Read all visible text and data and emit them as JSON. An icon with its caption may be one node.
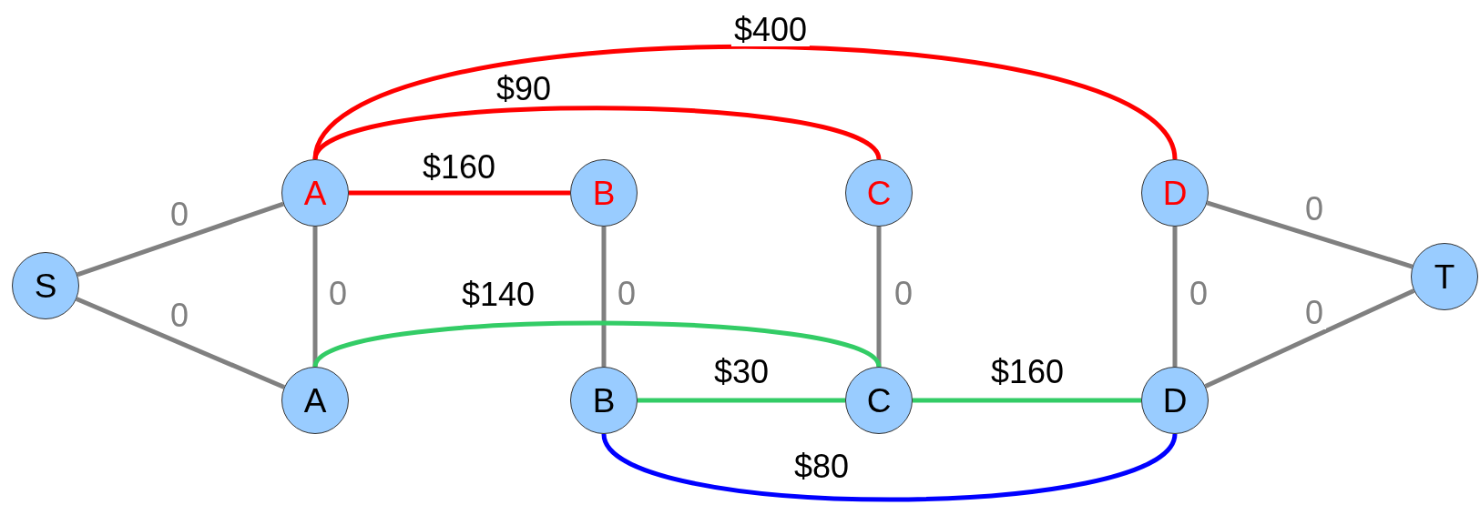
{
  "diagram": {
    "nodes": [
      {
        "text": [
          "S"
        ]
      },
      {
        "text": [
          "A"
        ]
      },
      {
        "text": [
          "B"
        ]
      },
      {
        "text": [
          "C"
        ]
      },
      {
        "text": [
          "D"
        ]
      },
      {
        "text": [
          "T"
        ]
      },
      {
        "text": [
          "A"
        ]
      },
      {
        "text": [
          "B"
        ]
      },
      {
        "text": [
          "C"
        ]
      },
      {
        "text": [
          "D"
        ]
      }
    ],
    "edges": [
      {
        "from": 0,
        "to": 1,
        "arrow": "none",
        "label": "0"
      },
      {
        "from": 0,
        "to": 6,
        "arrow": "none",
        "label": "0"
      },
      {
        "from": 1,
        "to": 6,
        "arrow": "none",
        "label": "0"
      },
      {
        "from": 2,
        "to": 7,
        "arrow": "none",
        "label": "0"
      },
      {
        "from": 3,
        "to": 8,
        "arrow": "none",
        "label": "0"
      },
      {
        "from": 4,
        "to": 9,
        "arrow": "none",
        "label": "0"
      },
      {
        "from": 4,
        "to": 5,
        "arrow": "none",
        "label": "0"
      },
      {
        "from": 9,
        "to": 5,
        "arrow": "none",
        "label": "0"
      },
      {
        "from": 1,
        "to": 2,
        "arrow": "none",
        "label": "$160",
        "color": "#ff0000"
      },
      {
        "from": 1,
        "to": 3,
        "arrow": "none",
        "label": "$90",
        "color": "#ff0000"
      },
      {
        "from": 1,
        "to": 4,
        "arrow": "none",
        "label": "$400",
        "color": "#ff0000"
      },
      {
        "from": 6,
        "to": 8,
        "arrow": "none",
        "label": "$140",
        "color": "#33cc66"
      },
      {
        "from": 7,
        "to": 8,
        "arrow": "none",
        "label": "$30",
        "color": "#33cc66"
      },
      {
        "from": 8,
        "to": 9,
        "arrow": "none",
        "label": "$160",
        "color": "#33cc66"
      },
      {
        "from": 7,
        "to": 9,
        "arrow": "none",
        "label": "$80",
        "color": "#0000ff"
      }
    ]
  }
}
